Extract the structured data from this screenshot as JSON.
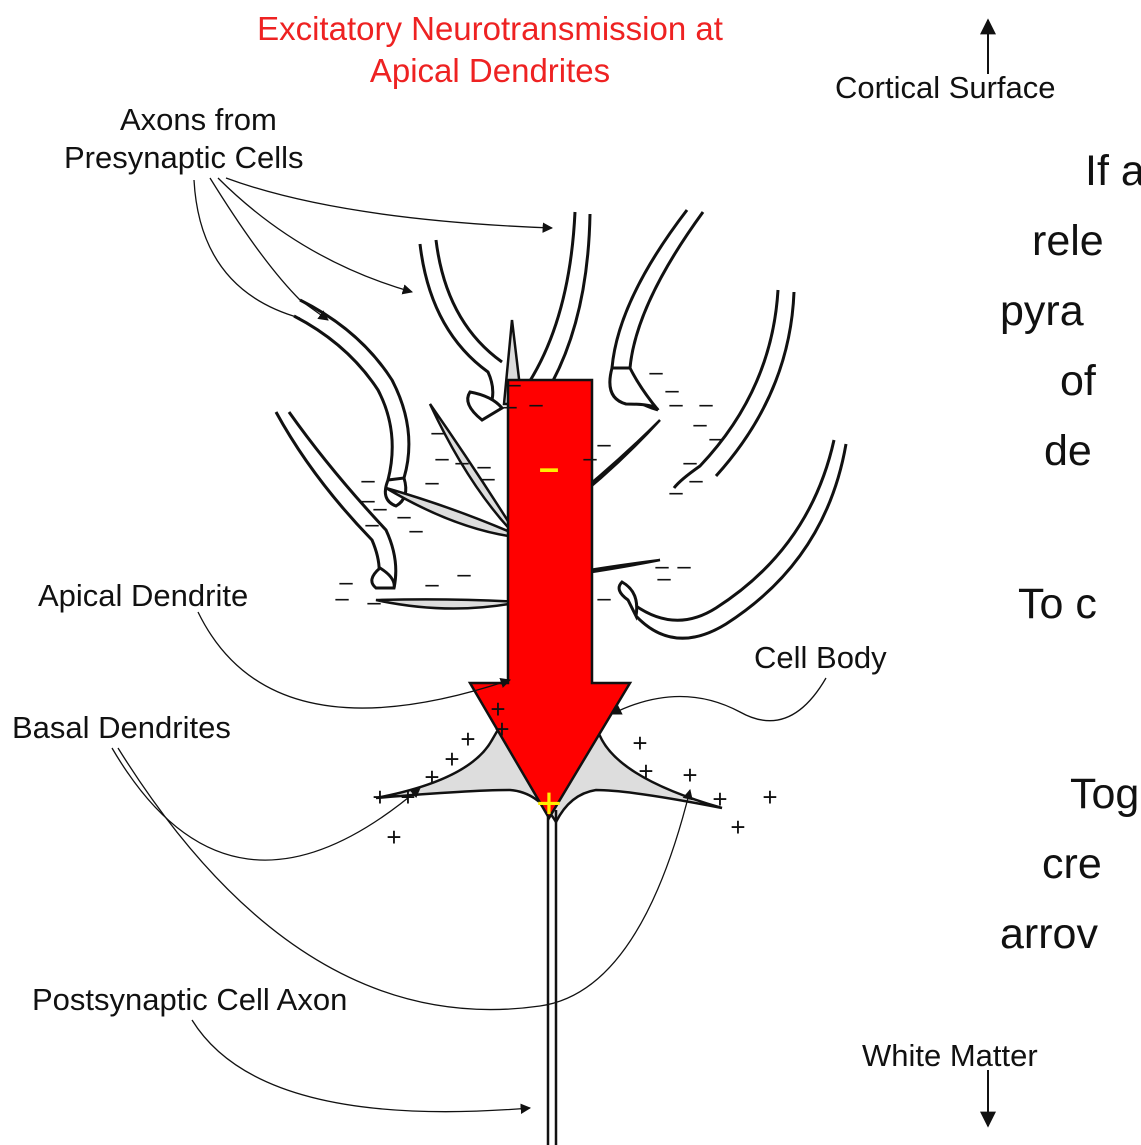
{
  "title": {
    "line1": "Excitatory Neurotransmission at",
    "line2": "Apical Dendrites"
  },
  "orientation": {
    "top": "Cortical Surface",
    "bottom": "White Matter"
  },
  "labels": {
    "axons_line1": "Axons from",
    "axons_line2": "Presynaptic Cells",
    "apical_dendrite": "Apical Dendrite",
    "basal_dendrites": "Basal Dendrites",
    "cell_body": "Cell Body",
    "postsynaptic_axon": "Postsynaptic Cell Axon"
  },
  "arrow": {
    "top_sign": "–",
    "bottom_sign": "+"
  },
  "charge_signs": {
    "negative": "–",
    "positive": "+"
  },
  "side_text": {
    "line1": "If a",
    "line2": "rele",
    "line3": "pyra",
    "line4": "of",
    "line5": "de",
    "line6": "To c",
    "line7": "Tog",
    "line8": "cre",
    "line9": "arrov"
  },
  "colors": {
    "title": "#ee2222",
    "arrow_fill": "#ff0000",
    "arrow_sign": "#ffee00",
    "dendrite_fill": "#dddddd"
  }
}
